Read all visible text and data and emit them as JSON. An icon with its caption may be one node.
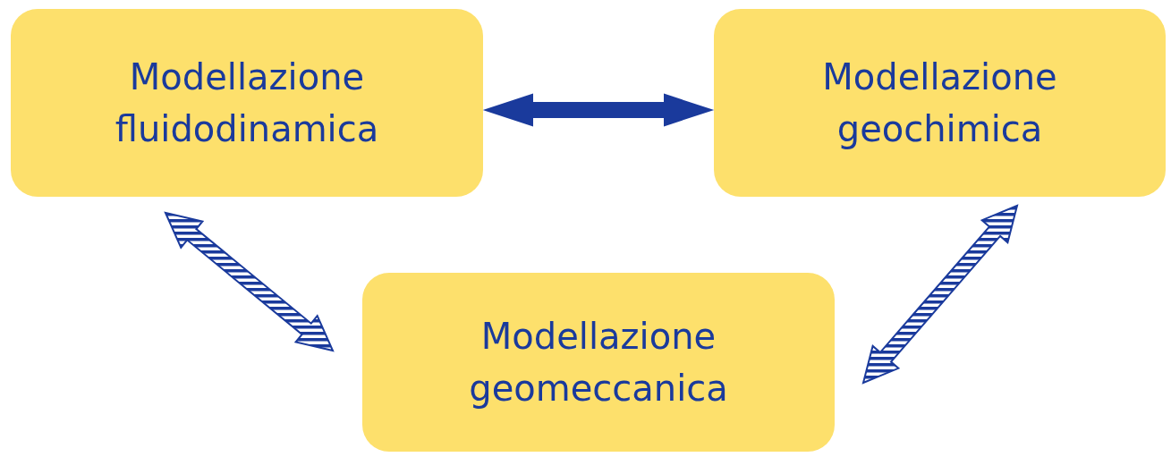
{
  "diagram": {
    "nodes": [
      {
        "text": [
          "Modellazione fluidodinamica"
        ]
      },
      {
        "text": [
          "Modellazione geochimica"
        ]
      },
      {
        "text": [
          "Modellazione geomeccanica"
        ]
      }
    ],
    "edges": [
      {
        "from": 0,
        "to": 1,
        "arrow": "both",
        "style": "thick"
      },
      {
        "from": 0,
        "to": 2,
        "arrow": "both"
      },
      {
        "from": 1,
        "to": 2,
        "arrow": "both"
      }
    ]
  }
}
